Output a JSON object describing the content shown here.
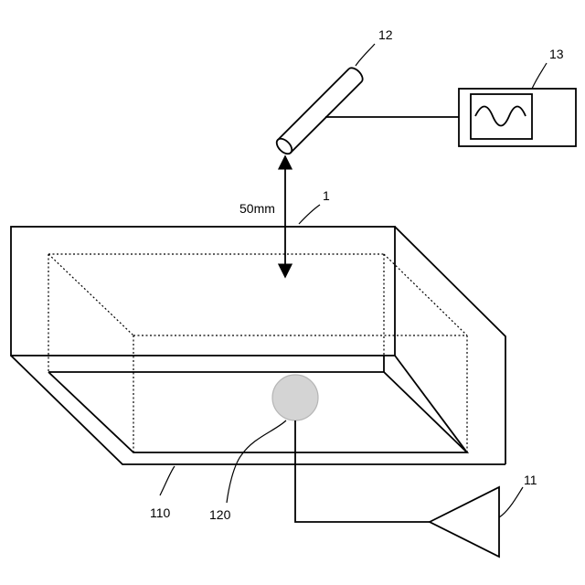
{
  "labels": {
    "container": "1",
    "wall": "110",
    "sphere": "120",
    "amplifier": "11",
    "probe": "12",
    "oscilloscope": "13",
    "distance": "50mm"
  }
}
